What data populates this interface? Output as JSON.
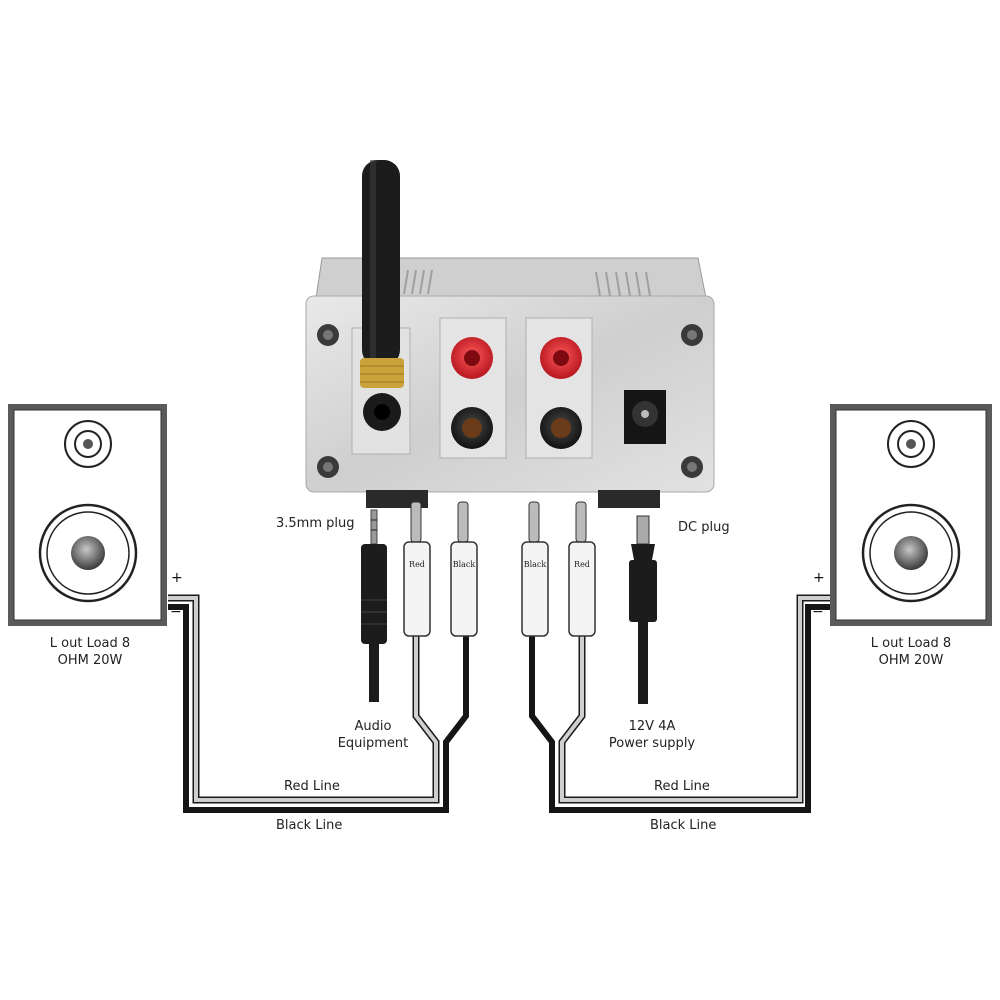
{
  "labels": {
    "plug_35": "3.5mm plug",
    "dc_plug": "DC plug",
    "left_speaker_line1": "L  out Load 8",
    "left_speaker_line2": "OHM 20W",
    "right_speaker_line1": "L  out Load 8",
    "right_speaker_line2": "OHM 20W",
    "audio_line1": "Audio",
    "audio_line2": "Equipment",
    "power_line1": "12V 4A",
    "power_line2": "Power supply",
    "red_line_left": "Red Line",
    "black_line_left": "Black Line",
    "red_line_right": "Red Line",
    "black_line_right": "Black Line",
    "plus_left": "+",
    "minus_left": "−",
    "plus_right": "+",
    "minus_right": "−",
    "plug_red_1": "Red",
    "plug_black_1": "Black",
    "plug_black_2": "Black",
    "plug_red_2": "Red"
  },
  "colors": {
    "panel": "#d9d9d9",
    "red_post": "#d4202c",
    "black_post": "#1a1a1a",
    "antenna": "#1c1c1c",
    "gold": "#c9a23a"
  }
}
